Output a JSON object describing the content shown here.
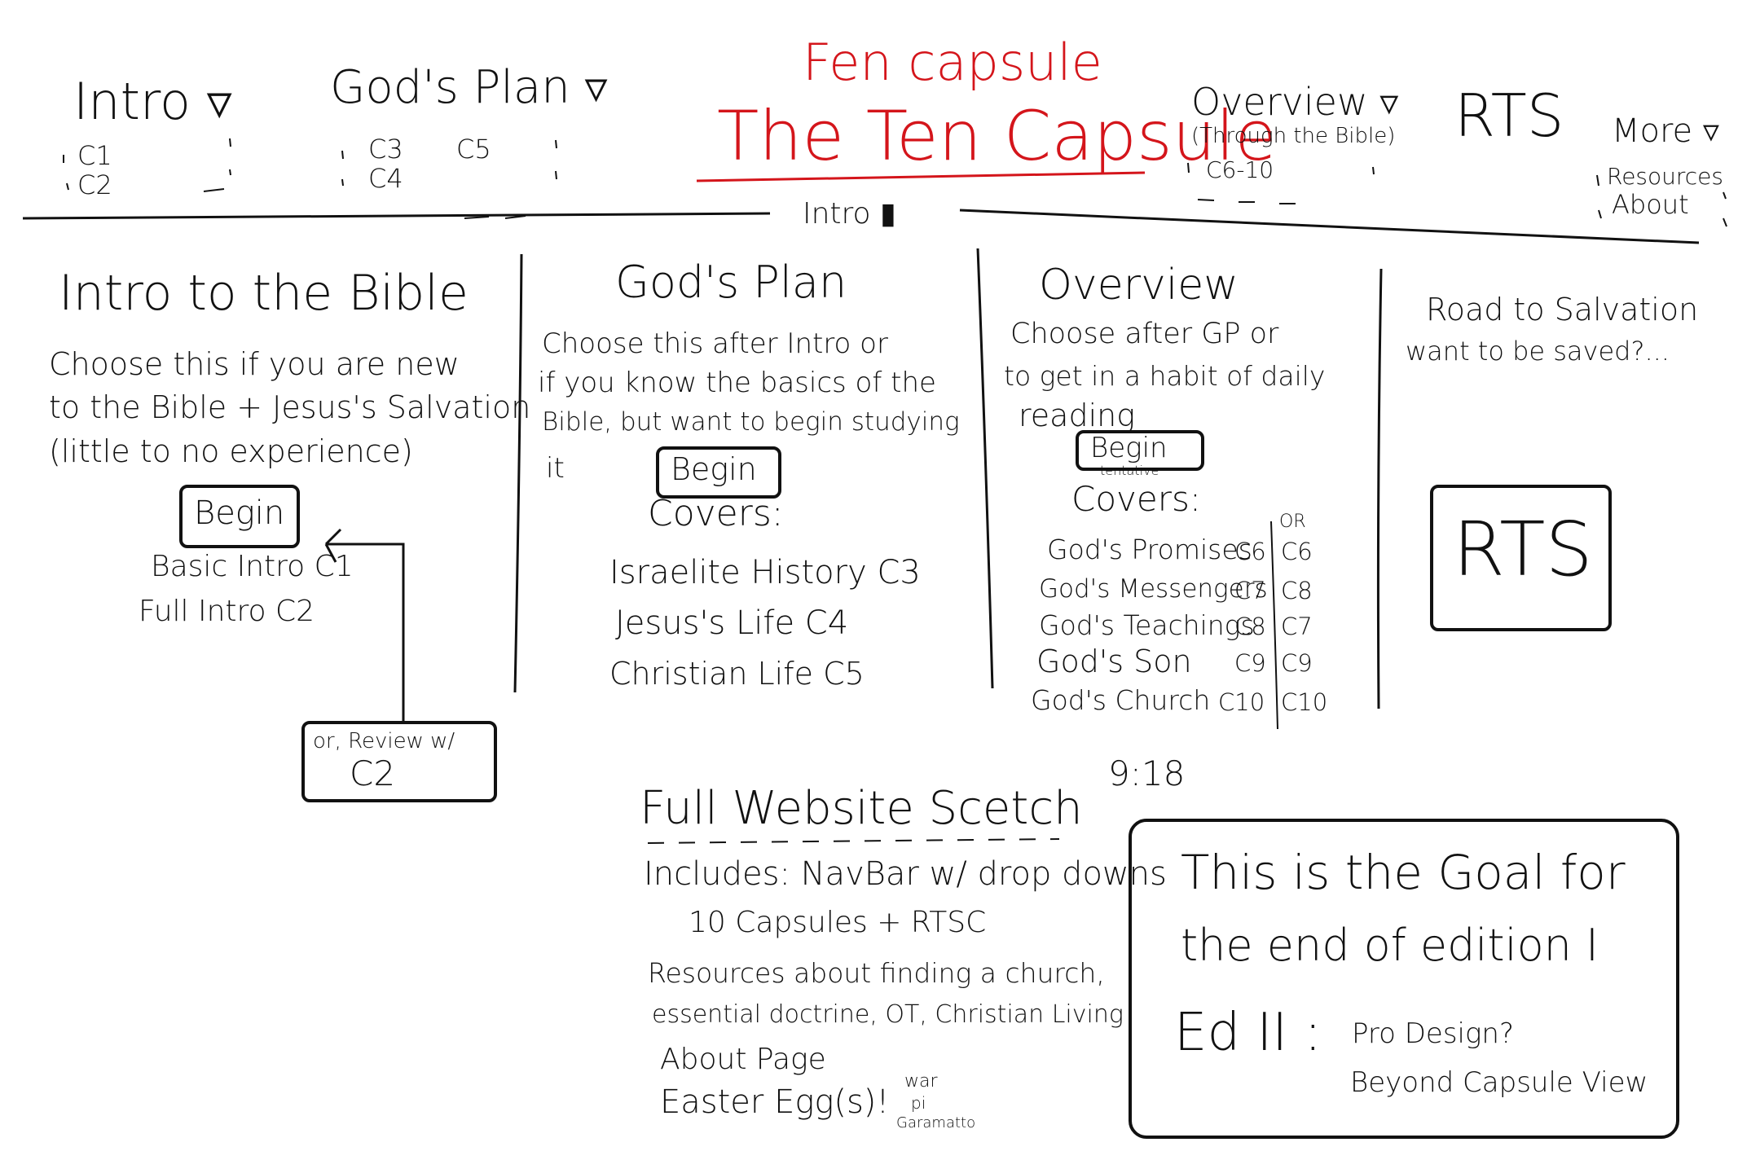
{
  "brand": {
    "top": "Fen capsule",
    "title": "The Ten Capsule"
  },
  "nav": {
    "intro": {
      "label": "Intro ▿",
      "items": [
        "C1",
        "C2"
      ]
    },
    "gods_plan": {
      "label": "God's Plan ▿",
      "items": [
        "C3",
        "C4",
        "C5"
      ]
    },
    "overview": {
      "label": "Overview ▿",
      "sub": "(Through the Bible)",
      "items": [
        "C6-10"
      ]
    },
    "rts": {
      "label": "RTS"
    },
    "more": {
      "label": "More ▿",
      "items": [
        "Resources",
        "About"
      ]
    }
  },
  "section_marker": "Intro ▮",
  "columns": {
    "intro": {
      "title": "Intro to the Bible",
      "desc": [
        "Choose this if you are new",
        "to the Bible + Jesus's Salvation",
        "(little to no experience)"
      ],
      "button": "Begin",
      "list": [
        "Basic Intro C1",
        "Full Intro C2"
      ],
      "review_line1": "or, Review w/",
      "review_line2": "C2"
    },
    "gods_plan": {
      "title": "God's Plan",
      "desc": [
        "Choose this after Intro or",
        "if you know the basics of the",
        "Bible, but want to begin studying",
        "it"
      ],
      "button": "Begin",
      "covers": "Covers:",
      "list": [
        "Israelite History C3",
        "Jesus's Life C4",
        "Christian Life C5"
      ]
    },
    "overview": {
      "title": "Overview",
      "desc": [
        "Choose after GP or",
        "to get in a habit of daily",
        "reading"
      ],
      "button": "Begin",
      "button_note": "tentative",
      "covers": "Covers:",
      "or_label": "OR",
      "list": [
        {
          "name": "God's Promises",
          "a": "C6",
          "b": "C6"
        },
        {
          "name": "God's Messengers",
          "a": "C7",
          "b": "C8"
        },
        {
          "name": "God's Teachings",
          "a": "C8",
          "b": "C7"
        },
        {
          "name": "God's Son",
          "a": "C9",
          "b": "C9"
        },
        {
          "name": "God's Church",
          "a": "C10",
          "b": "C10"
        }
      ]
    },
    "rts": {
      "desc": [
        "Road to Salvation",
        "want to be saved?..."
      ],
      "box_label": "RTS"
    }
  },
  "time": "9:18",
  "sketch_notes": {
    "title": "Full Website Scetch",
    "lines": [
      "Includes: NavBar w/ drop downs",
      "10 Capsules + RTSC",
      "Resources about finding a church,",
      "essential doctrine, OT, Christian Living",
      "About Page",
      "Easter Egg(s)!"
    ],
    "egg_notes": [
      "war",
      "pi",
      "Garamatto"
    ]
  },
  "goal_box": {
    "line1": "This is the Goal for",
    "line2": "the end of edition I",
    "ed_label": "Ed II :",
    "ed_items": [
      "Pro Design?",
      "Beyond Capsule View"
    ]
  }
}
